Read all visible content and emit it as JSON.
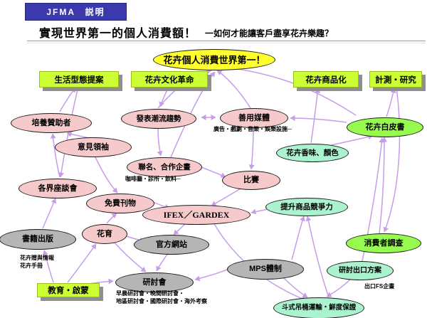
{
  "header": {
    "badge_label": "JFMA　説明"
  },
  "title": {
    "main": "實現世界第一的個人消費額！",
    "sub": "一如何才能讓客戶盡享花卉樂趣？"
  },
  "goal": {
    "label": "花卉個人消費世界第一！"
  },
  "categories": {
    "lifestyle": "生活型態提案",
    "culture": "花卉文化革命",
    "product": "花卉商品化",
    "research": "計測・研究",
    "education": "教育・啟蒙"
  },
  "nodes": {
    "sponsor": "培養贊助者",
    "opinion": "意見領袖",
    "trend": "發表潮流趨勢",
    "media": "善用媒體",
    "media_sub": "廣告・戲劇・音樂・娛樂設施─",
    "whitepaper": "花卉白皮書",
    "scent": "花卉香味、顏色",
    "collab": "聯名、合作企畫",
    "collab_sub": "咖啡廳・診所・飲料─",
    "contest": "比賽",
    "forum": "各界座談會",
    "freepaper": "免費刊物",
    "hanaiku": "花育",
    "books": "書籍出版",
    "books_note1": "花卉贈與情報",
    "books_note2": "花卉手冊",
    "ifex": "IFEX／GARDEX",
    "website": "官方網站",
    "competitive": "提升商品競爭力",
    "survey": "消費者調查",
    "mps": "MPS體制",
    "export_plan": "研討出口方案",
    "export_note": "出口FS企畫",
    "seminar": "研討會",
    "seminar_note1": "早晨研討會・晚間研討會・",
    "seminar_note2": "地區研討會・國際研討會・海外考察",
    "transport": "斗式吊桶運輸・鮮度保證"
  },
  "colors": {
    "header_bg": "#3a3aae",
    "goal_fill": "#ffff2e",
    "category_fill": "#ccff33",
    "pink_fill": "#f6caca",
    "green_fill": "#97fb4f",
    "mint_fill": "#abf2cf",
    "gray_fill": "#b5b5b5",
    "edge": "#c79ce8"
  }
}
